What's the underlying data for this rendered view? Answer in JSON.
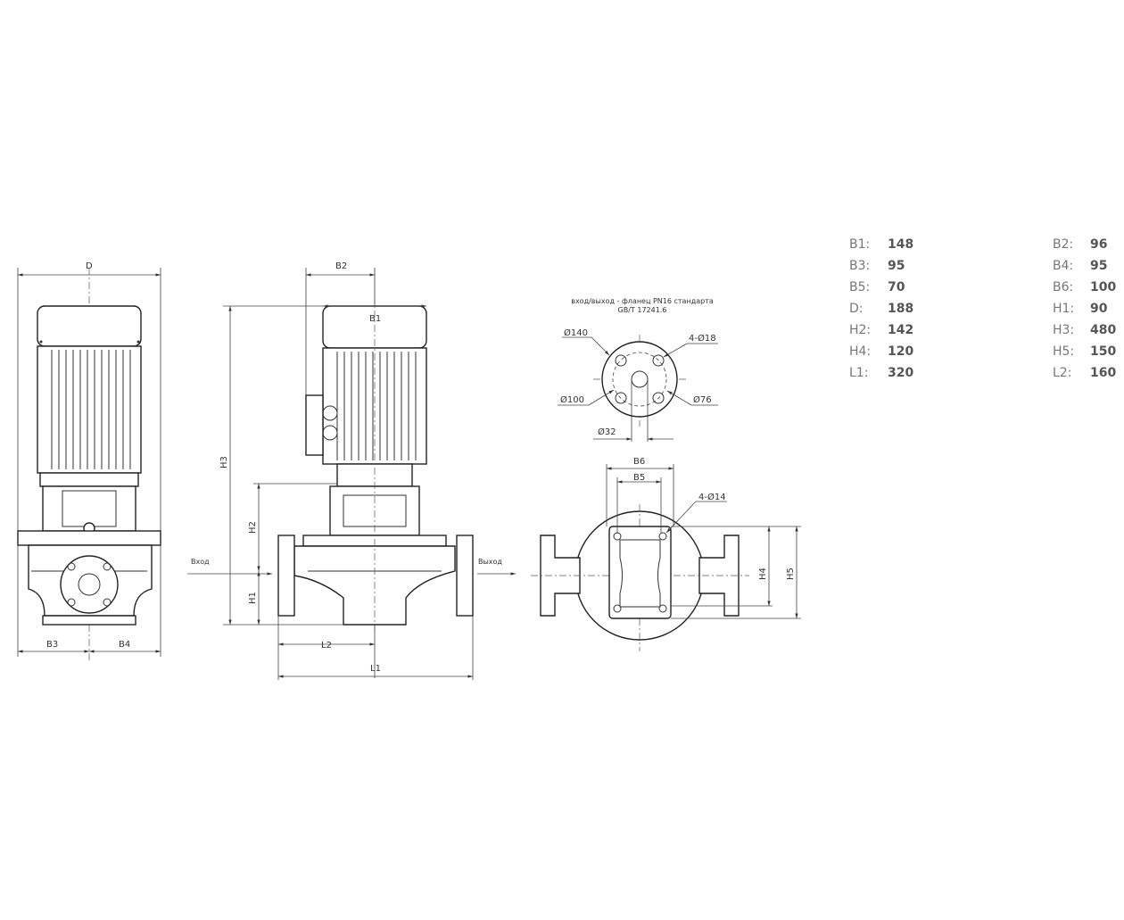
{
  "drawing": {
    "labels": {
      "D": "D",
      "B1": "B1",
      "B2": "B2",
      "B3": "B3",
      "B4": "B4",
      "B5": "B5",
      "B6": "B6",
      "H1": "H1",
      "H2": "H2",
      "H3": "H3",
      "H4": "H4",
      "H5": "H5",
      "L1": "L1",
      "L2": "L2",
      "inlet": "Вход",
      "outlet": "Выход"
    },
    "flange": {
      "title_line1": "вход/выход -  фланец PN16 стандарта",
      "title_line2": "GB/T 17241.6",
      "outer_diameter": "Ø140",
      "bolt_circle": "Ø100",
      "raised_face": "Ø76",
      "bore": "Ø32",
      "bolt_holes": "4-Ø18"
    },
    "base_holes": "4-Ø14"
  },
  "dimensions": [
    {
      "left_key": "B1:",
      "left_value": "148",
      "right_key": "B2:",
      "right_value": "96"
    },
    {
      "left_key": "B3:",
      "left_value": "95",
      "right_key": "B4:",
      "right_value": "95"
    },
    {
      "left_key": "B5:",
      "left_value": "70",
      "right_key": "B6:",
      "right_value": "100"
    },
    {
      "left_key": "D:",
      "left_value": "188",
      "right_key": "H1:",
      "right_value": "90"
    },
    {
      "left_key": "H2:",
      "left_value": "142",
      "right_key": "H3:",
      "right_value": "480"
    },
    {
      "left_key": "H4:",
      "left_value": "120",
      "right_key": "H5:",
      "right_value": "150"
    },
    {
      "left_key": "L1:",
      "left_value": "320",
      "right_key": "L2:",
      "right_value": "160"
    }
  ]
}
